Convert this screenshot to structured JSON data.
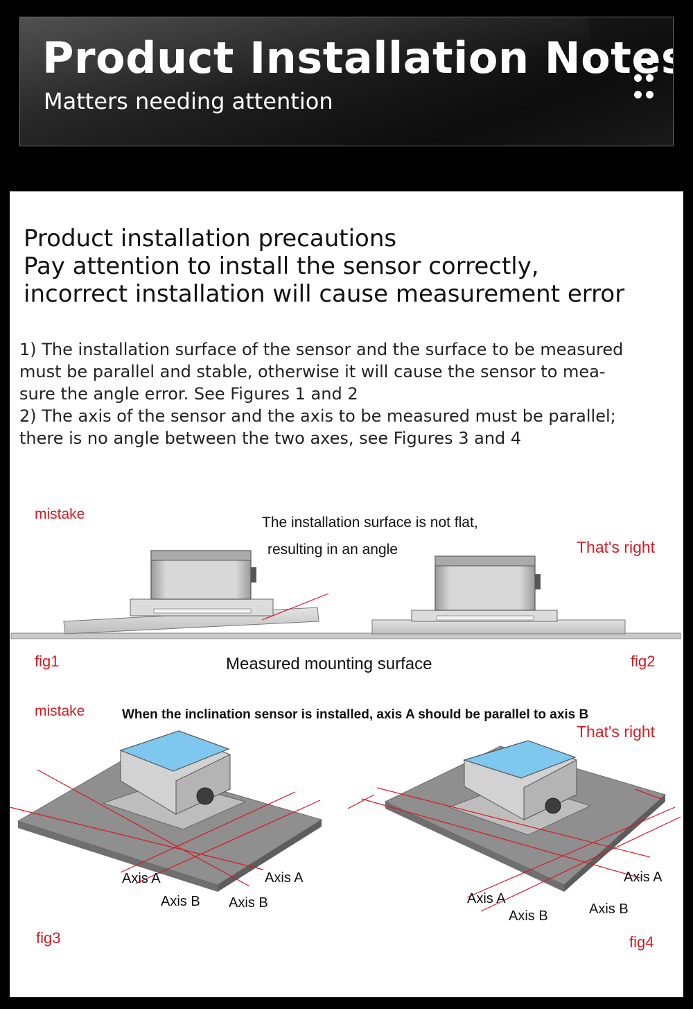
{
  "header": {
    "title": "Product Installation Notes",
    "subtitle": "Matters needing attention"
  },
  "section": {
    "title_lines": [
      "Product installation precautions",
      "Pay attention to install the sensor correctly,",
      "incorrect installation will cause measurement error"
    ],
    "body_lines": [
      "1) The installation surface of the sensor and the surface to be measured",
      "must be parallel and stable, otherwise it will cause the sensor to mea-",
      "sure the angle error. See Figures 1 and 2",
      "2) The axis of the sensor and the axis to be measured must be parallel;",
      "there is no angle between the two axes, see Figures 3 and 4"
    ]
  },
  "figures12": {
    "mistake_label": "mistake",
    "note_line1": "The installation surface is not flat,",
    "note_line2": "resulting in an angle",
    "right_label": "That's right",
    "fig1_label": "fig1",
    "fig2_label": "fig2",
    "surface_label": "Measured mounting surface"
  },
  "figures34": {
    "mistake_label": "mistake",
    "note": "When the inclination sensor is installed, axis A should be parallel to axis B",
    "right_label": "That's right",
    "fig3_label": "fig3",
    "fig4_label": "fig4",
    "fig3_axes": [
      "Axis A",
      "Axis B",
      "Axis A",
      "Axis B"
    ],
    "fig4_axes": [
      "Axis A",
      "Axis B",
      "Axis A",
      "Axis B"
    ]
  },
  "colors": {
    "accent_red": "#d71920",
    "sensor_top": "#7ec8ef",
    "plate_gray": "#8f8f8f"
  }
}
